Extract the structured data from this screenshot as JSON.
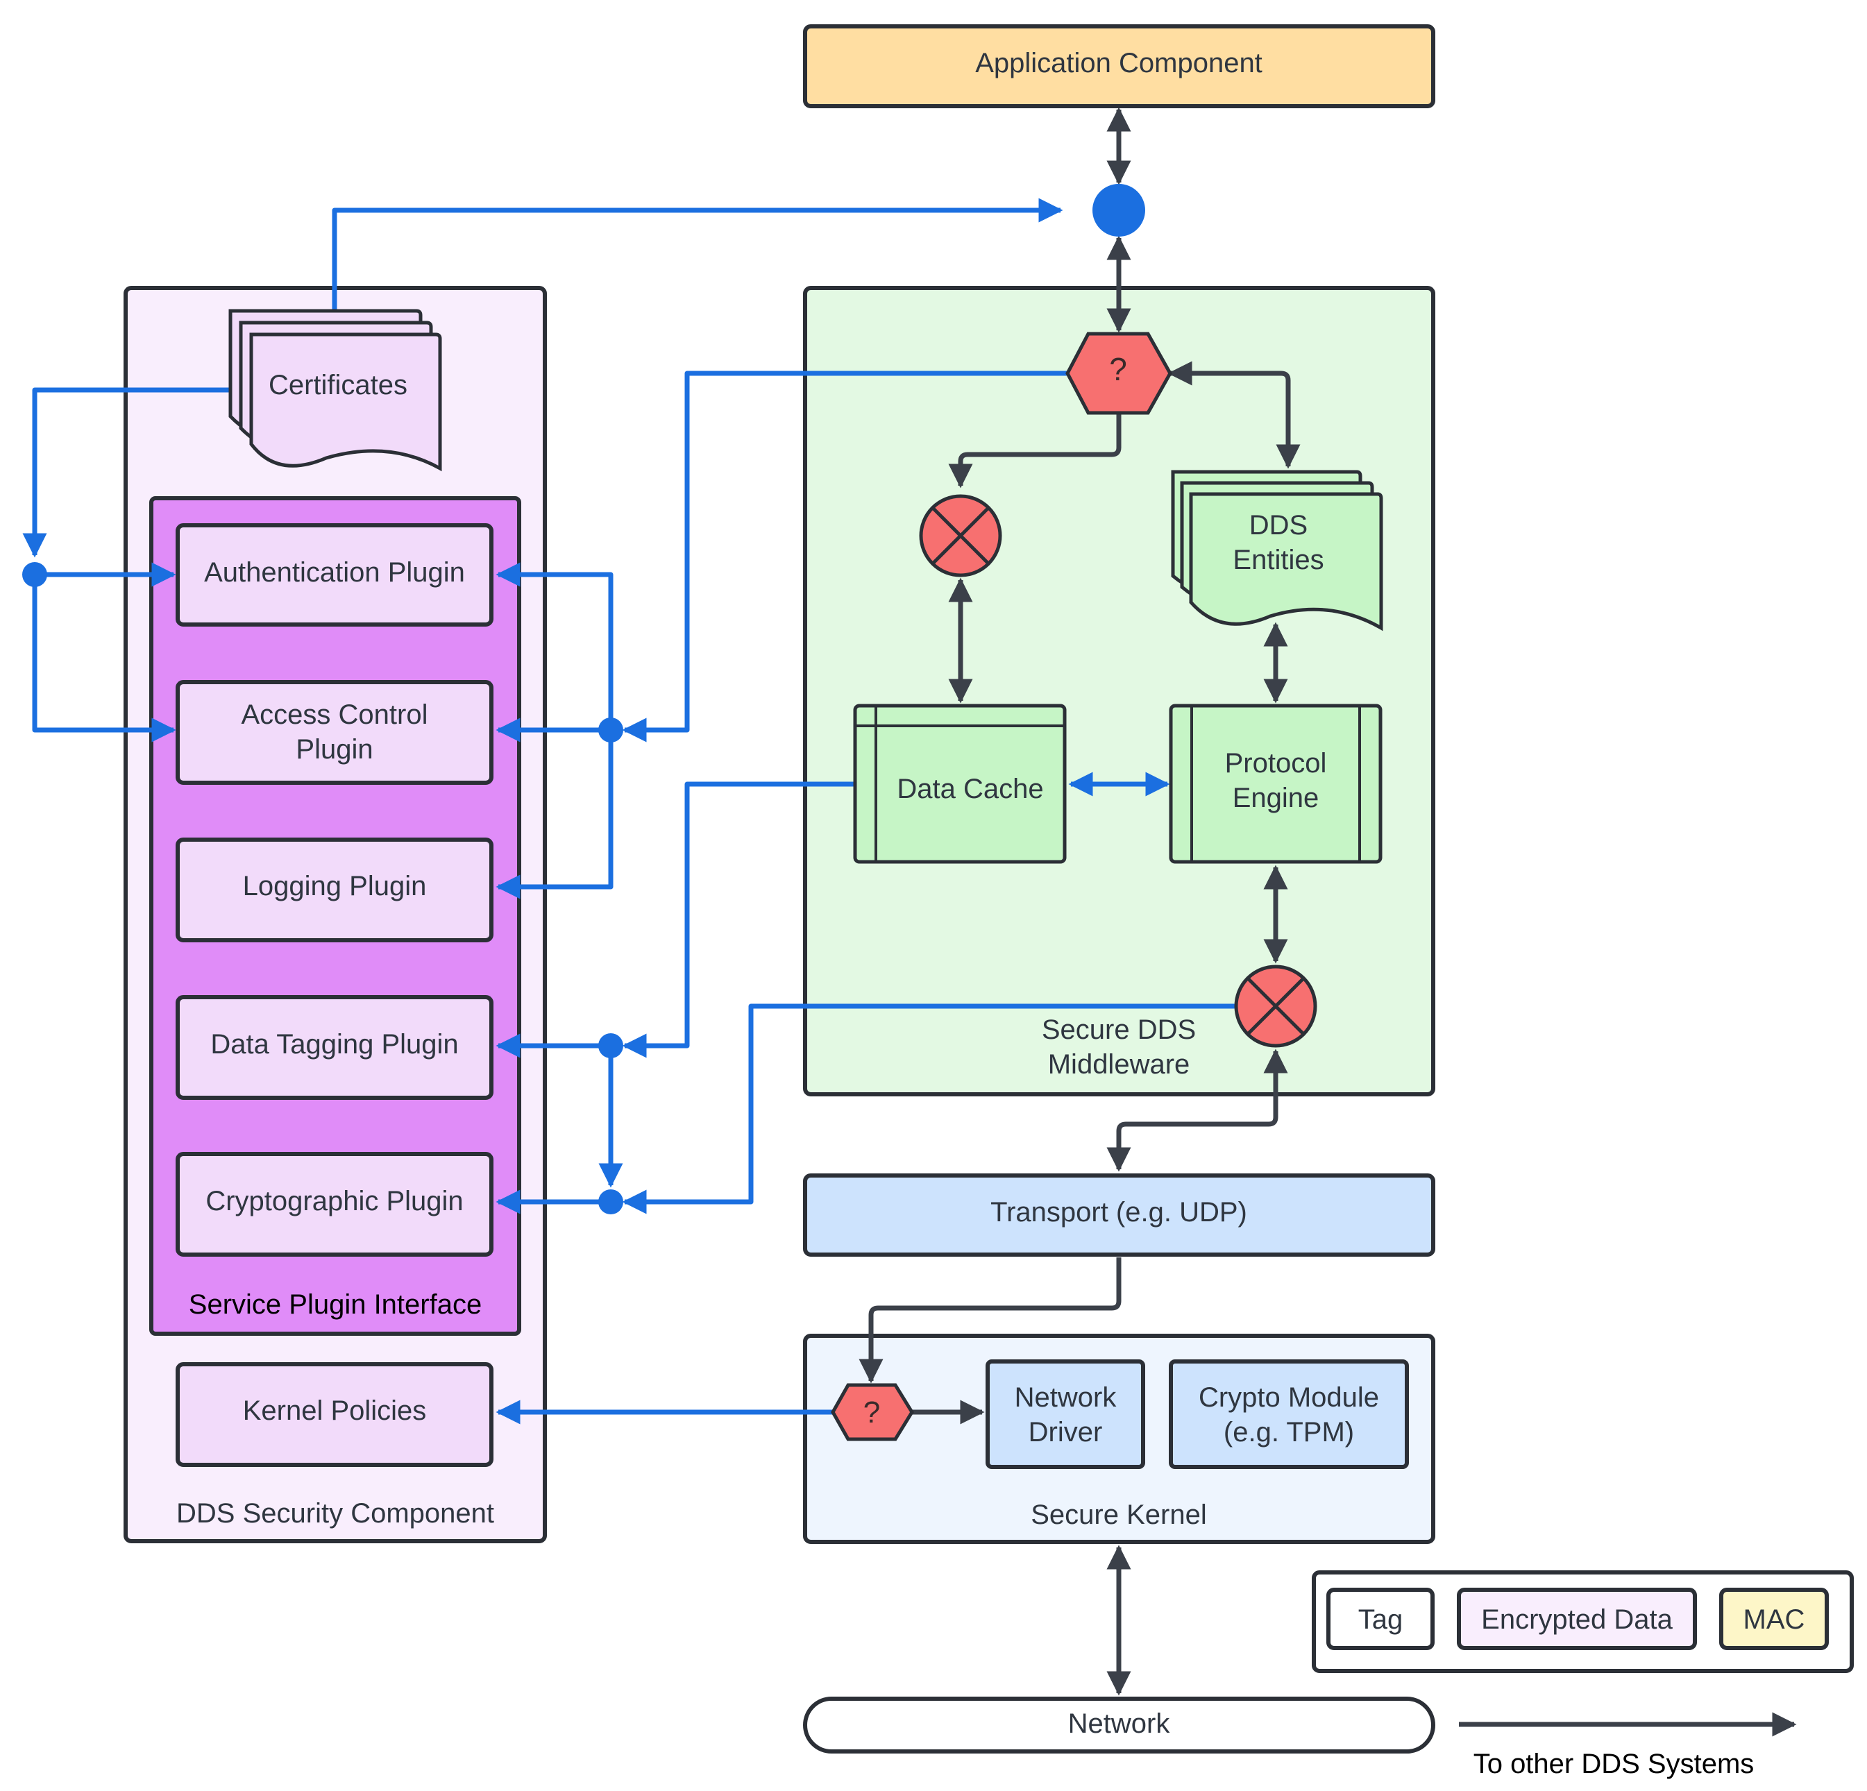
{
  "application": {
    "label": "Application Component"
  },
  "security_component": {
    "caption": "DDS Security Component",
    "certificates": "Certificates",
    "spi": {
      "caption": "Service Plugin Interface",
      "plugins": [
        {
          "line1": "Authentication Plugin",
          "line2": ""
        },
        {
          "line1": "Access Control",
          "line2": "Plugin"
        },
        {
          "line1": "Logging Plugin",
          "line2": ""
        },
        {
          "line1": "Data Tagging Plugin",
          "line2": ""
        },
        {
          "line1": "Cryptographic Plugin",
          "line2": ""
        }
      ]
    },
    "kernel_policies": "Kernel Policies"
  },
  "middleware": {
    "caption_line1": "Secure DDS",
    "caption_line2": "Middleware",
    "decision_symbol": "?",
    "dds_entities_line1": "DDS",
    "dds_entities_line2": "Entities",
    "data_cache": "Data Cache",
    "protocol_engine_line1": "Protocol",
    "protocol_engine_line2": "Engine"
  },
  "transport": {
    "label": "Transport (e.g. UDP)"
  },
  "kernel": {
    "caption": "Secure Kernel",
    "decision_symbol": "?",
    "network_driver_line1": "Network",
    "network_driver_line2": "Driver",
    "crypto_module_line1": "Crypto Module",
    "crypto_module_line2": "(e.g. TPM)"
  },
  "network": {
    "label": "Network"
  },
  "legend": {
    "items": [
      "Tag",
      "Encrypted Data",
      "MAC"
    ]
  },
  "outbound": {
    "label": "To other DDS Systems"
  },
  "colors": {
    "blue_connector": "#1b6fe0",
    "dark_connector": "#3b4049",
    "application_fill": "#ffdea2",
    "security_fill": "#f9eefd",
    "spi_fill": "#e08cf8",
    "plugin_fill": "#f2dbfa",
    "middleware_fill": "#e3f9e3",
    "middleware_node_fill": "#c6f5c6",
    "decision_fill": "#f77070",
    "transport_fill": "#cde3fd",
    "kernel_fill": "#eef5fe",
    "legend_mac_fill": "#fdf6c8"
  }
}
